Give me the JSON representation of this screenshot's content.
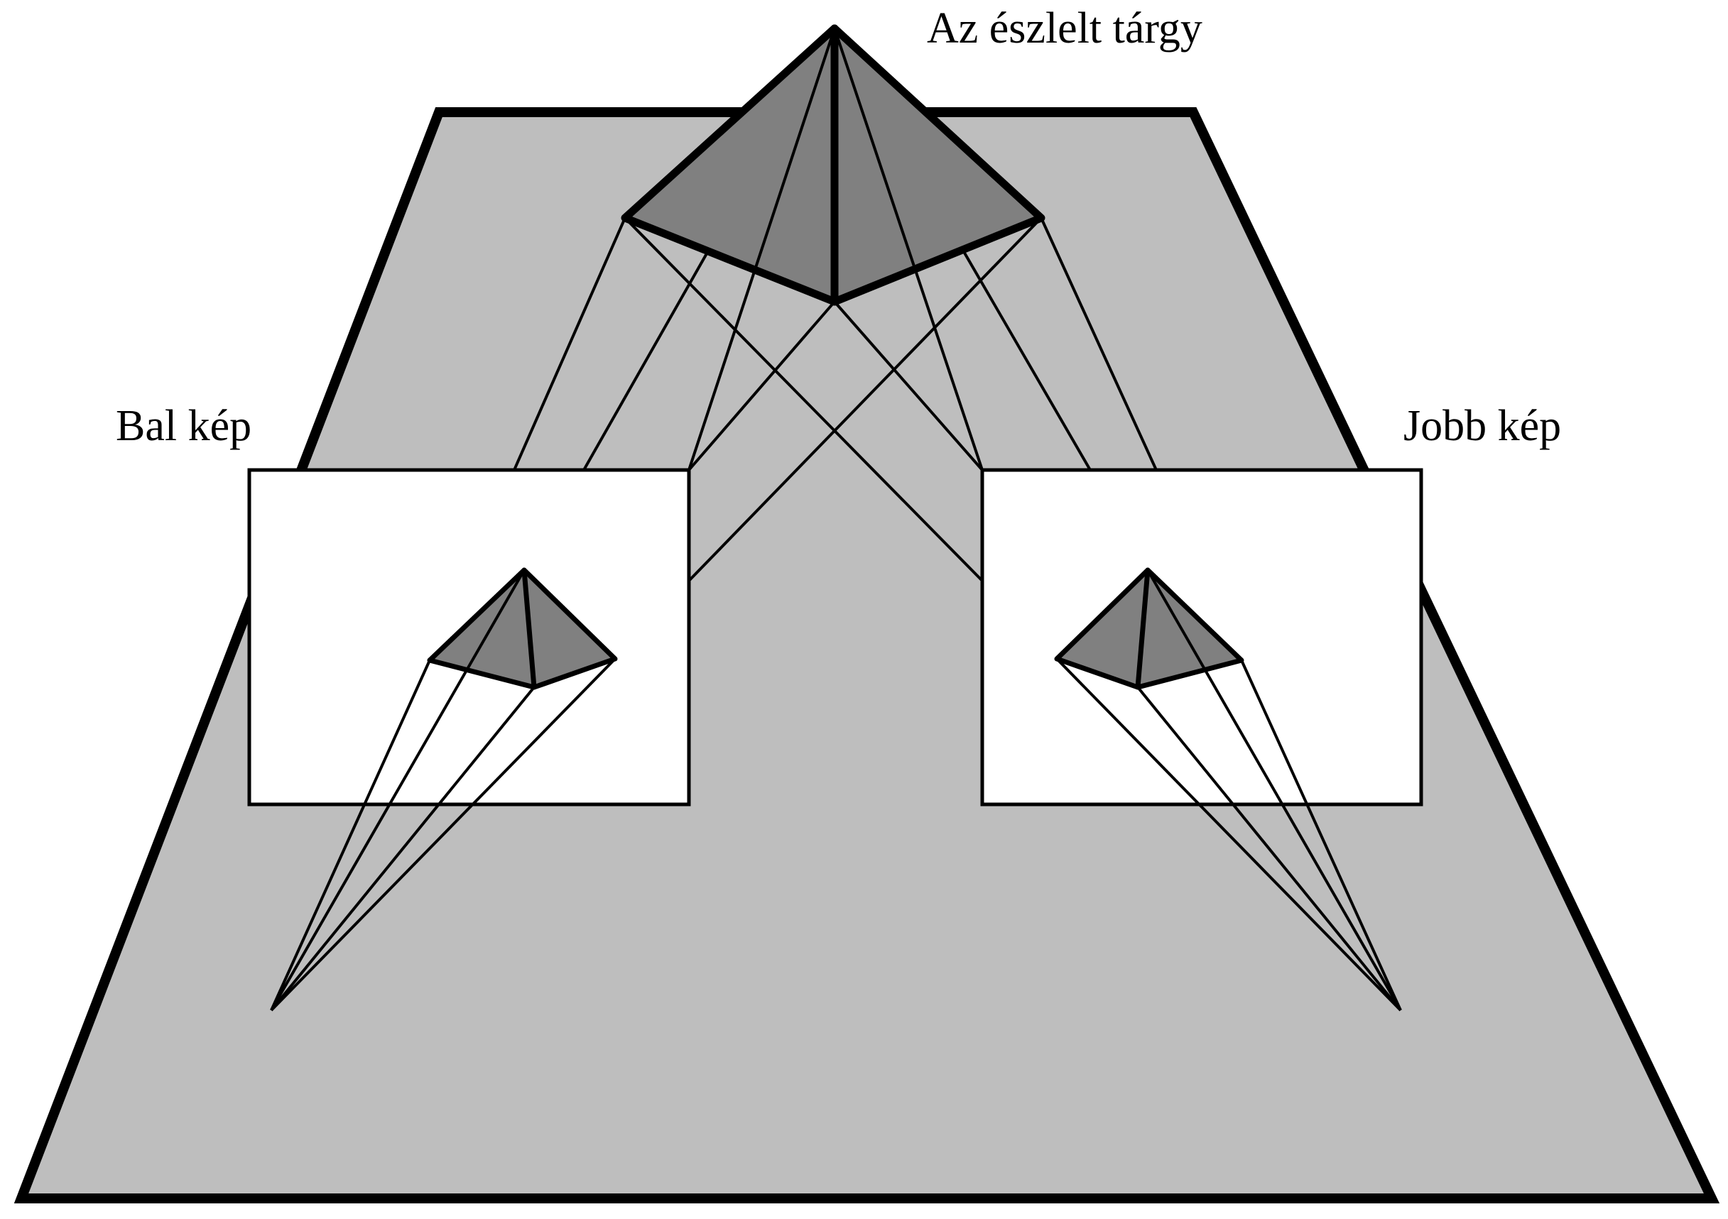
{
  "labels": {
    "object": "Az észlelt tárgy",
    "left_image": "Bal kép",
    "right_image": "Jobb kép"
  },
  "colors": {
    "ground": "#bebebe",
    "pyramid_face": "#808080",
    "image_panel": "#ffffff",
    "stroke": "#000000"
  }
}
